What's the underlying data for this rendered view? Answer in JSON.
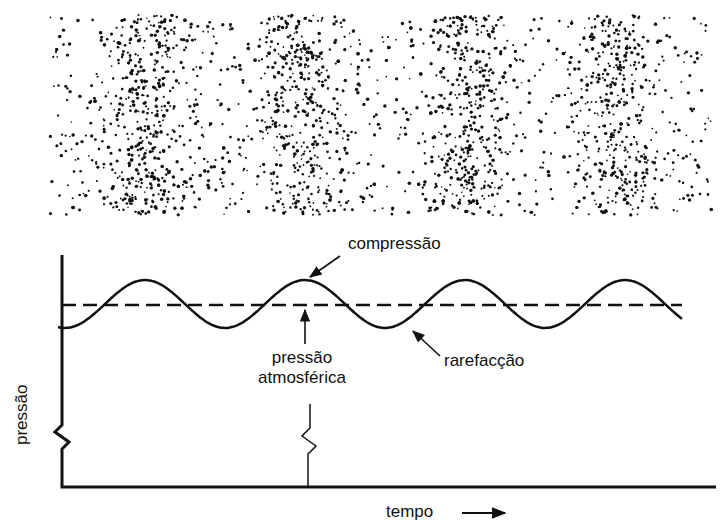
{
  "diagram": {
    "labels": [
      "compressão",
      "pressão atmosférica",
      "rarefacção",
      "pressão",
      "tempo"
    ]
  }
}
